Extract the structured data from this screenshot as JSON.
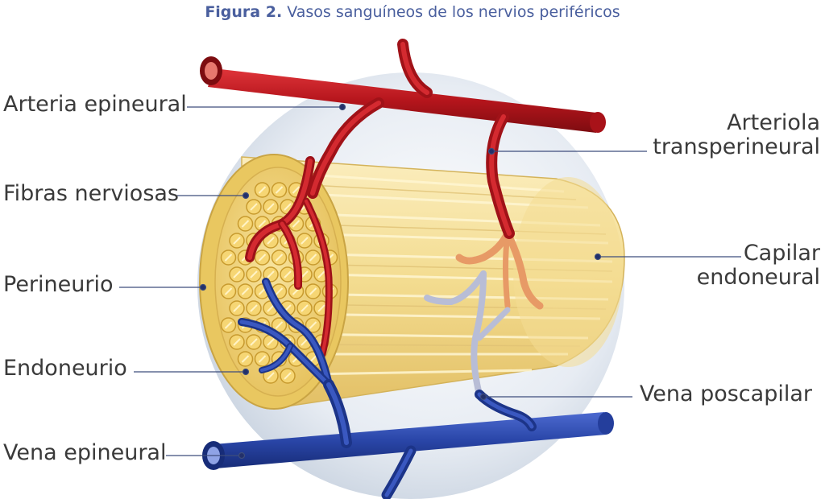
{
  "caption": {
    "label": "Figura 2.",
    "text": "Vasos sanguíneos de los nervios periféricos"
  },
  "labels": {
    "arteria_epineural": "Arteria epineural",
    "fibras_nerviosas": "Fibras nerviosas",
    "perineurio": "Perineurio",
    "endoneurio": "Endoneurio",
    "vena_epineural": "Vena epineural",
    "arteriola_line1": "Arteriola",
    "arteriola_line2": "transperineural",
    "capilar_line1": "Capilar",
    "capilar_line2": "endoneural",
    "vena_poscapilar": "Vena poscapilar"
  },
  "colors": {
    "artery": "#b5151c",
    "vein": "#2a46a8",
    "nerve": "#f2d98a",
    "perineurium": "#e9c760",
    "background_disc": "#dfe5ee",
    "leader": "#3e4d7c",
    "caption": "#4a5f9e"
  }
}
